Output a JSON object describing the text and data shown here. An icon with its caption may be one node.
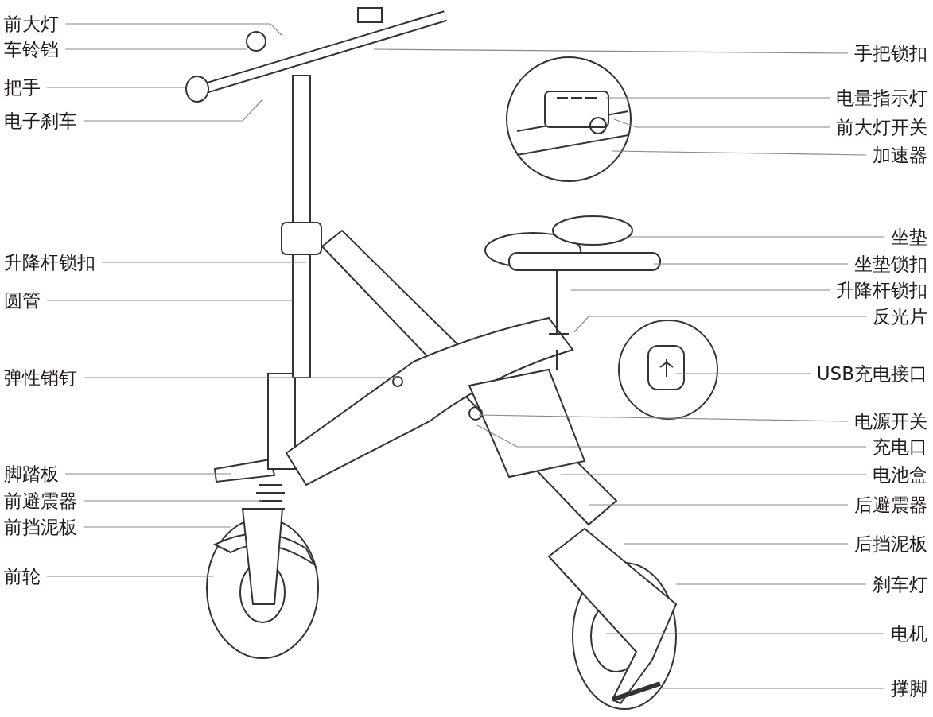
{
  "diagram": {
    "nodes": [
      {
        "text": [
          "前大灯"
        ]
      },
      {
        "text": [
          "车铃铛"
        ]
      },
      {
        "text": [
          "把手"
        ]
      },
      {
        "text": [
          "电子刹车"
        ]
      },
      {
        "text": [
          "升降杆锁扣"
        ]
      },
      {
        "text": [
          "圆管"
        ]
      },
      {
        "text": [
          "弹性销钉"
        ]
      },
      {
        "text": [
          "脚踏板"
        ]
      },
      {
        "text": [
          "前避震器"
        ]
      },
      {
        "text": [
          "前挡泥板"
        ]
      },
      {
        "text": [
          "前轮"
        ]
      },
      {
        "text": [
          "手把锁扣"
        ]
      },
      {
        "text": [
          "电量指示灯"
        ]
      },
      {
        "text": [
          "前大灯开关"
        ]
      },
      {
        "text": [
          "加速器"
        ]
      },
      {
        "text": [
          "坐垫"
        ]
      },
      {
        "text": [
          "坐垫锁扣"
        ]
      },
      {
        "text": [
          "升降杆锁扣"
        ]
      },
      {
        "text": [
          "反光片"
        ]
      },
      {
        "text": [
          "USB充电接口"
        ]
      },
      {
        "text": [
          "电源开关"
        ]
      },
      {
        "text": [
          "充电口"
        ]
      },
      {
        "text": [
          "电池盒"
        ]
      },
      {
        "text": [
          "后避震器"
        ]
      },
      {
        "text": [
          "后挡泥板"
        ]
      },
      {
        "text": [
          "刹车灯"
        ]
      },
      {
        "text": [
          "电机"
        ]
      },
      {
        "text": [
          "撑脚"
        ]
      }
    ],
    "edges": [
      {
        "from": 0,
        "to": null,
        "arrow": "none"
      },
      {
        "from": 1,
        "to": null,
        "arrow": "none"
      },
      {
        "from": 2,
        "to": null,
        "arrow": "none"
      },
      {
        "from": 3,
        "to": null,
        "arrow": "none"
      },
      {
        "from": 4,
        "to": null,
        "arrow": "none"
      },
      {
        "from": 5,
        "to": null,
        "arrow": "none"
      },
      {
        "from": 6,
        "to": null,
        "arrow": "none"
      },
      {
        "from": 7,
        "to": null,
        "arrow": "none"
      },
      {
        "from": 8,
        "to": null,
        "arrow": "none"
      },
      {
        "from": 9,
        "to": null,
        "arrow": "none"
      },
      {
        "from": 10,
        "to": null,
        "arrow": "none"
      },
      {
        "from": 11,
        "to": null,
        "arrow": "none"
      },
      {
        "from": 12,
        "to": null,
        "arrow": "none"
      },
      {
        "from": 13,
        "to": null,
        "arrow": "none"
      },
      {
        "from": 14,
        "to": null,
        "arrow": "none"
      },
      {
        "from": 15,
        "to": null,
        "arrow": "none"
      },
      {
        "from": 16,
        "to": null,
        "arrow": "none"
      },
      {
        "from": 17,
        "to": null,
        "arrow": "none"
      },
      {
        "from": 18,
        "to": null,
        "arrow": "none"
      },
      {
        "from": 19,
        "to": null,
        "arrow": "none"
      },
      {
        "from": 20,
        "to": null,
        "arrow": "none"
      },
      {
        "from": 21,
        "to": null,
        "arrow": "none"
      },
      {
        "from": 22,
        "to": null,
        "arrow": "none"
      },
      {
        "from": 23,
        "to": null,
        "arrow": "none"
      },
      {
        "from": 24,
        "to": null,
        "arrow": "none"
      },
      {
        "from": 25,
        "to": null,
        "arrow": "none"
      },
      {
        "from": 26,
        "to": null,
        "arrow": "none"
      },
      {
        "from": 27,
        "to": null,
        "arrow": "none"
      }
    ]
  }
}
